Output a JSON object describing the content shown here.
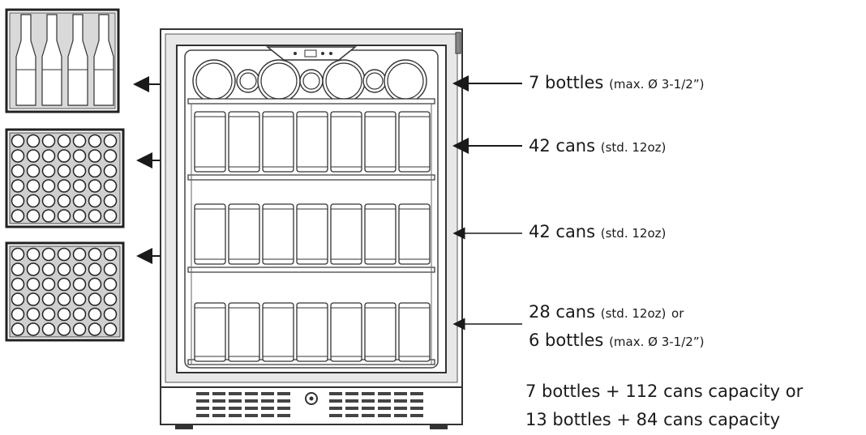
{
  "shelves": [
    {
      "main": "7 bottles",
      "detail": "(max. Ø 3-1/2”)"
    },
    {
      "main": "42 cans",
      "detail": "(std. 12oz)"
    },
    {
      "main": "42 cans",
      "detail": "(std. 12oz)"
    },
    {
      "main": "28 cans",
      "detail": "(std. 12oz)",
      "suffix": "or"
    },
    {
      "main": "6 bottles",
      "detail": "(max. Ø 3-1/2”)"
    }
  ],
  "summary": [
    "7 bottles + 112 cans capacity or",
    "13 bottles + 84 cans capacity"
  ],
  "colors": {
    "line": "#333333",
    "frame": "#bdbdbd",
    "panel": "#e6e6e6"
  }
}
